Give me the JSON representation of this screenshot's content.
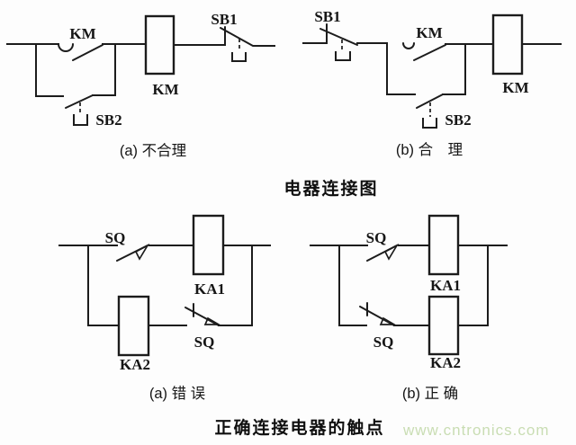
{
  "page": {
    "background_color": "#fdfdfd",
    "line_color": "#1c1c1c",
    "watermark_color": "#c9ddb3"
  },
  "titles": {
    "top": "电器连接图",
    "bottom": "正确连接电器的触点"
  },
  "circuits": {
    "top_a": {
      "caption": "(a) 不合理",
      "km_contact": "KM",
      "sb1": "SB1",
      "sb2": "SB2",
      "km_coil": "KM"
    },
    "top_b": {
      "caption": "(b) 合　理",
      "sb1": "SB1",
      "km_contact": "KM",
      "sb2": "SB2",
      "km_coil": "KM"
    },
    "bottom_a": {
      "caption": "(a) 错 误",
      "sq_top": "SQ",
      "ka1": "KA1",
      "ka2": "KA2",
      "sq_bottom": "SQ"
    },
    "bottom_b": {
      "caption": "(b) 正 确",
      "sq_top": "SQ",
      "ka1": "KA1",
      "sq_bottom": "SQ",
      "ka2": "KA2"
    }
  },
  "watermark": {
    "text": "www.cntronics.com"
  }
}
